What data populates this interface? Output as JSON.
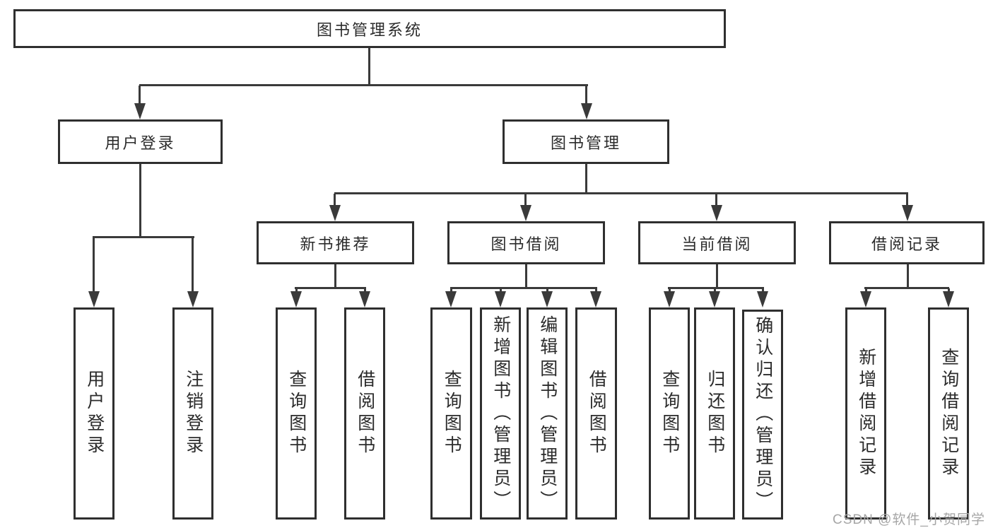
{
  "tree": {
    "label": "图书管理系统",
    "children": [
      {
        "label": "用户登录",
        "children": [
          {
            "label": "用户登录"
          },
          {
            "label": "注销登录"
          }
        ]
      },
      {
        "label": "图书管理",
        "children": [
          {
            "label": "新书推荐",
            "children": [
              {
                "label": "查询图书"
              },
              {
                "label": "借阅图书"
              }
            ]
          },
          {
            "label": "图书借阅",
            "children": [
              {
                "label": "查询图书"
              },
              {
                "label": "新增图书（管理员）"
              },
              {
                "label": "编辑图书（管理员）"
              },
              {
                "label": "借阅图书"
              }
            ]
          },
          {
            "label": "当前借阅",
            "children": [
              {
                "label": "查询图书"
              },
              {
                "label": "归还图书"
              },
              {
                "label": "确认归还（管理员）"
              }
            ]
          },
          {
            "label": "借阅记录",
            "children": [
              {
                "label": "新增借阅记录"
              },
              {
                "label": "查询借阅记录"
              }
            ]
          }
        ]
      }
    ]
  },
  "watermark": {
    "text": "CSDN @软件_小贺同学"
  },
  "colors": {
    "line": "#3a3a3a",
    "border": "#2f2f2f",
    "text": "#2b2b2b",
    "background": "#ffffff",
    "watermark": "#a6a6a6"
  }
}
